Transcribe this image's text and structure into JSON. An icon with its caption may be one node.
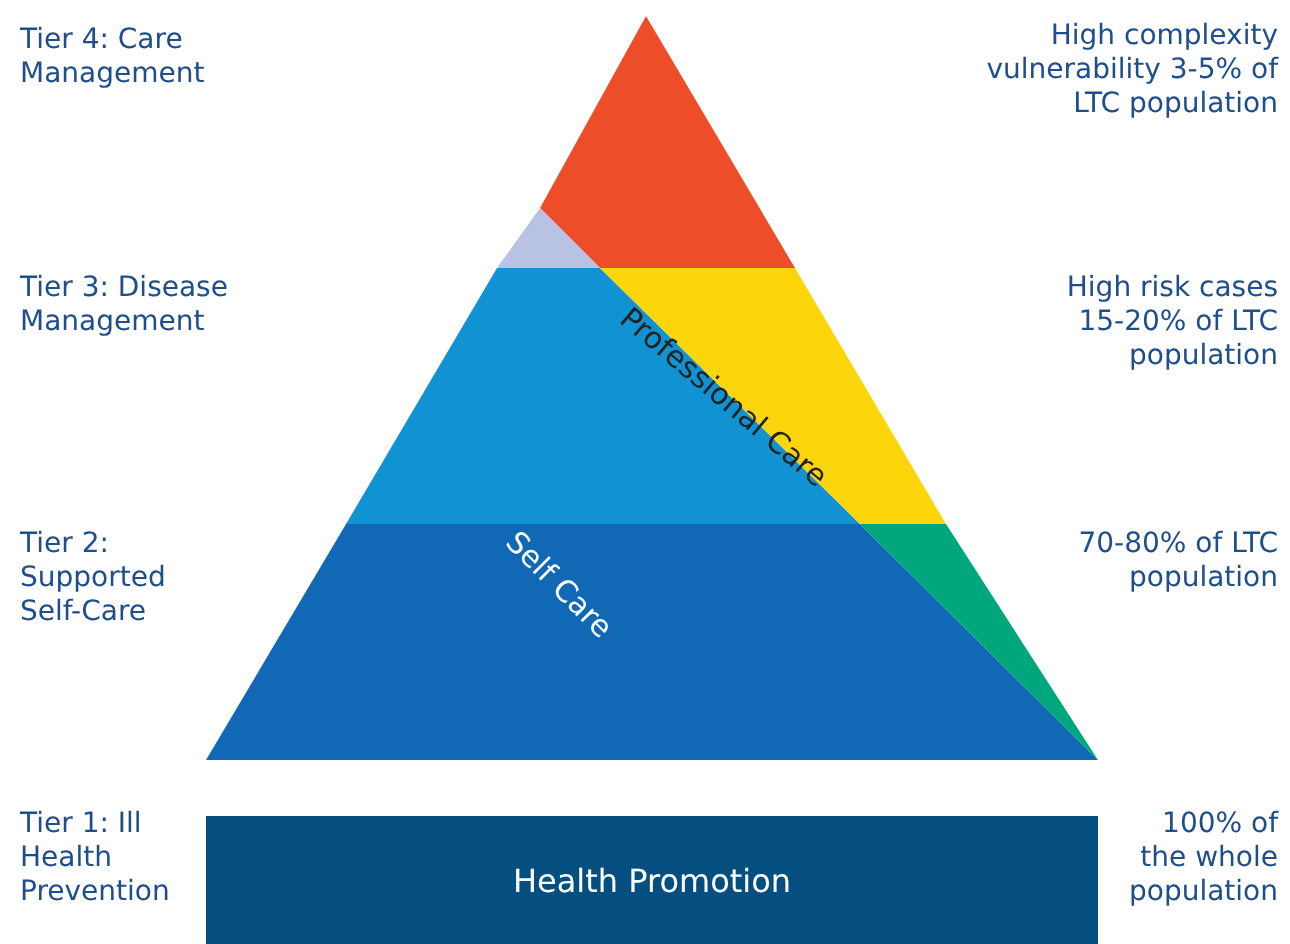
{
  "diagram": {
    "nodes": [
      {
        "text": [
          "Health Promotion"
        ]
      }
    ],
    "labels": [
      "Tier 4: Care Management",
      "High complexity vulnerability 3-5% of LTC population",
      "Tier 3: Disease Management",
      "Professional Care",
      "High risk cases 15-20% of LTC population",
      "Self Care",
      "Tier 2: Supported Self-Care",
      "70-80% of LTC population",
      "Tier 1: Ill Health Prevention",
      "100% of the whole population"
    ]
  }
}
